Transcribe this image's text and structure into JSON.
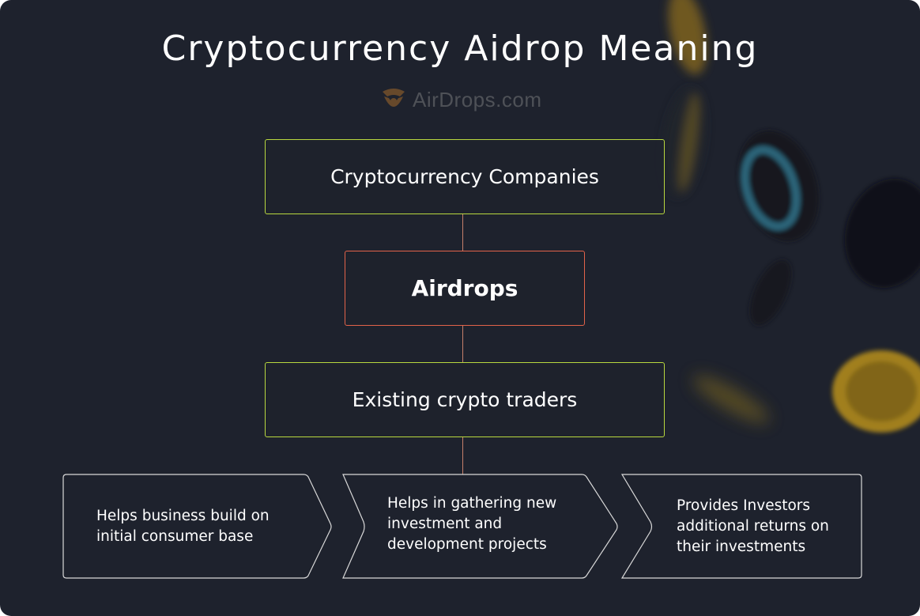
{
  "title": "Cryptocurrency Aidrop Meaning",
  "watermark": {
    "text": "AirDrops.com",
    "icon": "airdrops-logo-icon"
  },
  "flow": {
    "top": "Cryptocurrency Companies",
    "middle": "Airdrops",
    "bottom": "Existing crypto traders"
  },
  "benefits": [
    {
      "line1": "Helps business build on",
      "line2": "initial consumer base",
      "line3": ""
    },
    {
      "line1": "Helps in gathering new",
      "line2": "investment and",
      "line3": "development projects"
    },
    {
      "line1": "Provides Investors",
      "line2": "additional returns on",
      "line3": "their investments"
    }
  ],
  "colors": {
    "background": "#1e222d",
    "green_border": "#b9d83f",
    "red_border": "#e2634a",
    "connector": "#c7806a",
    "chevron_border": "#d9d9d9",
    "text": "#ffffff"
  }
}
